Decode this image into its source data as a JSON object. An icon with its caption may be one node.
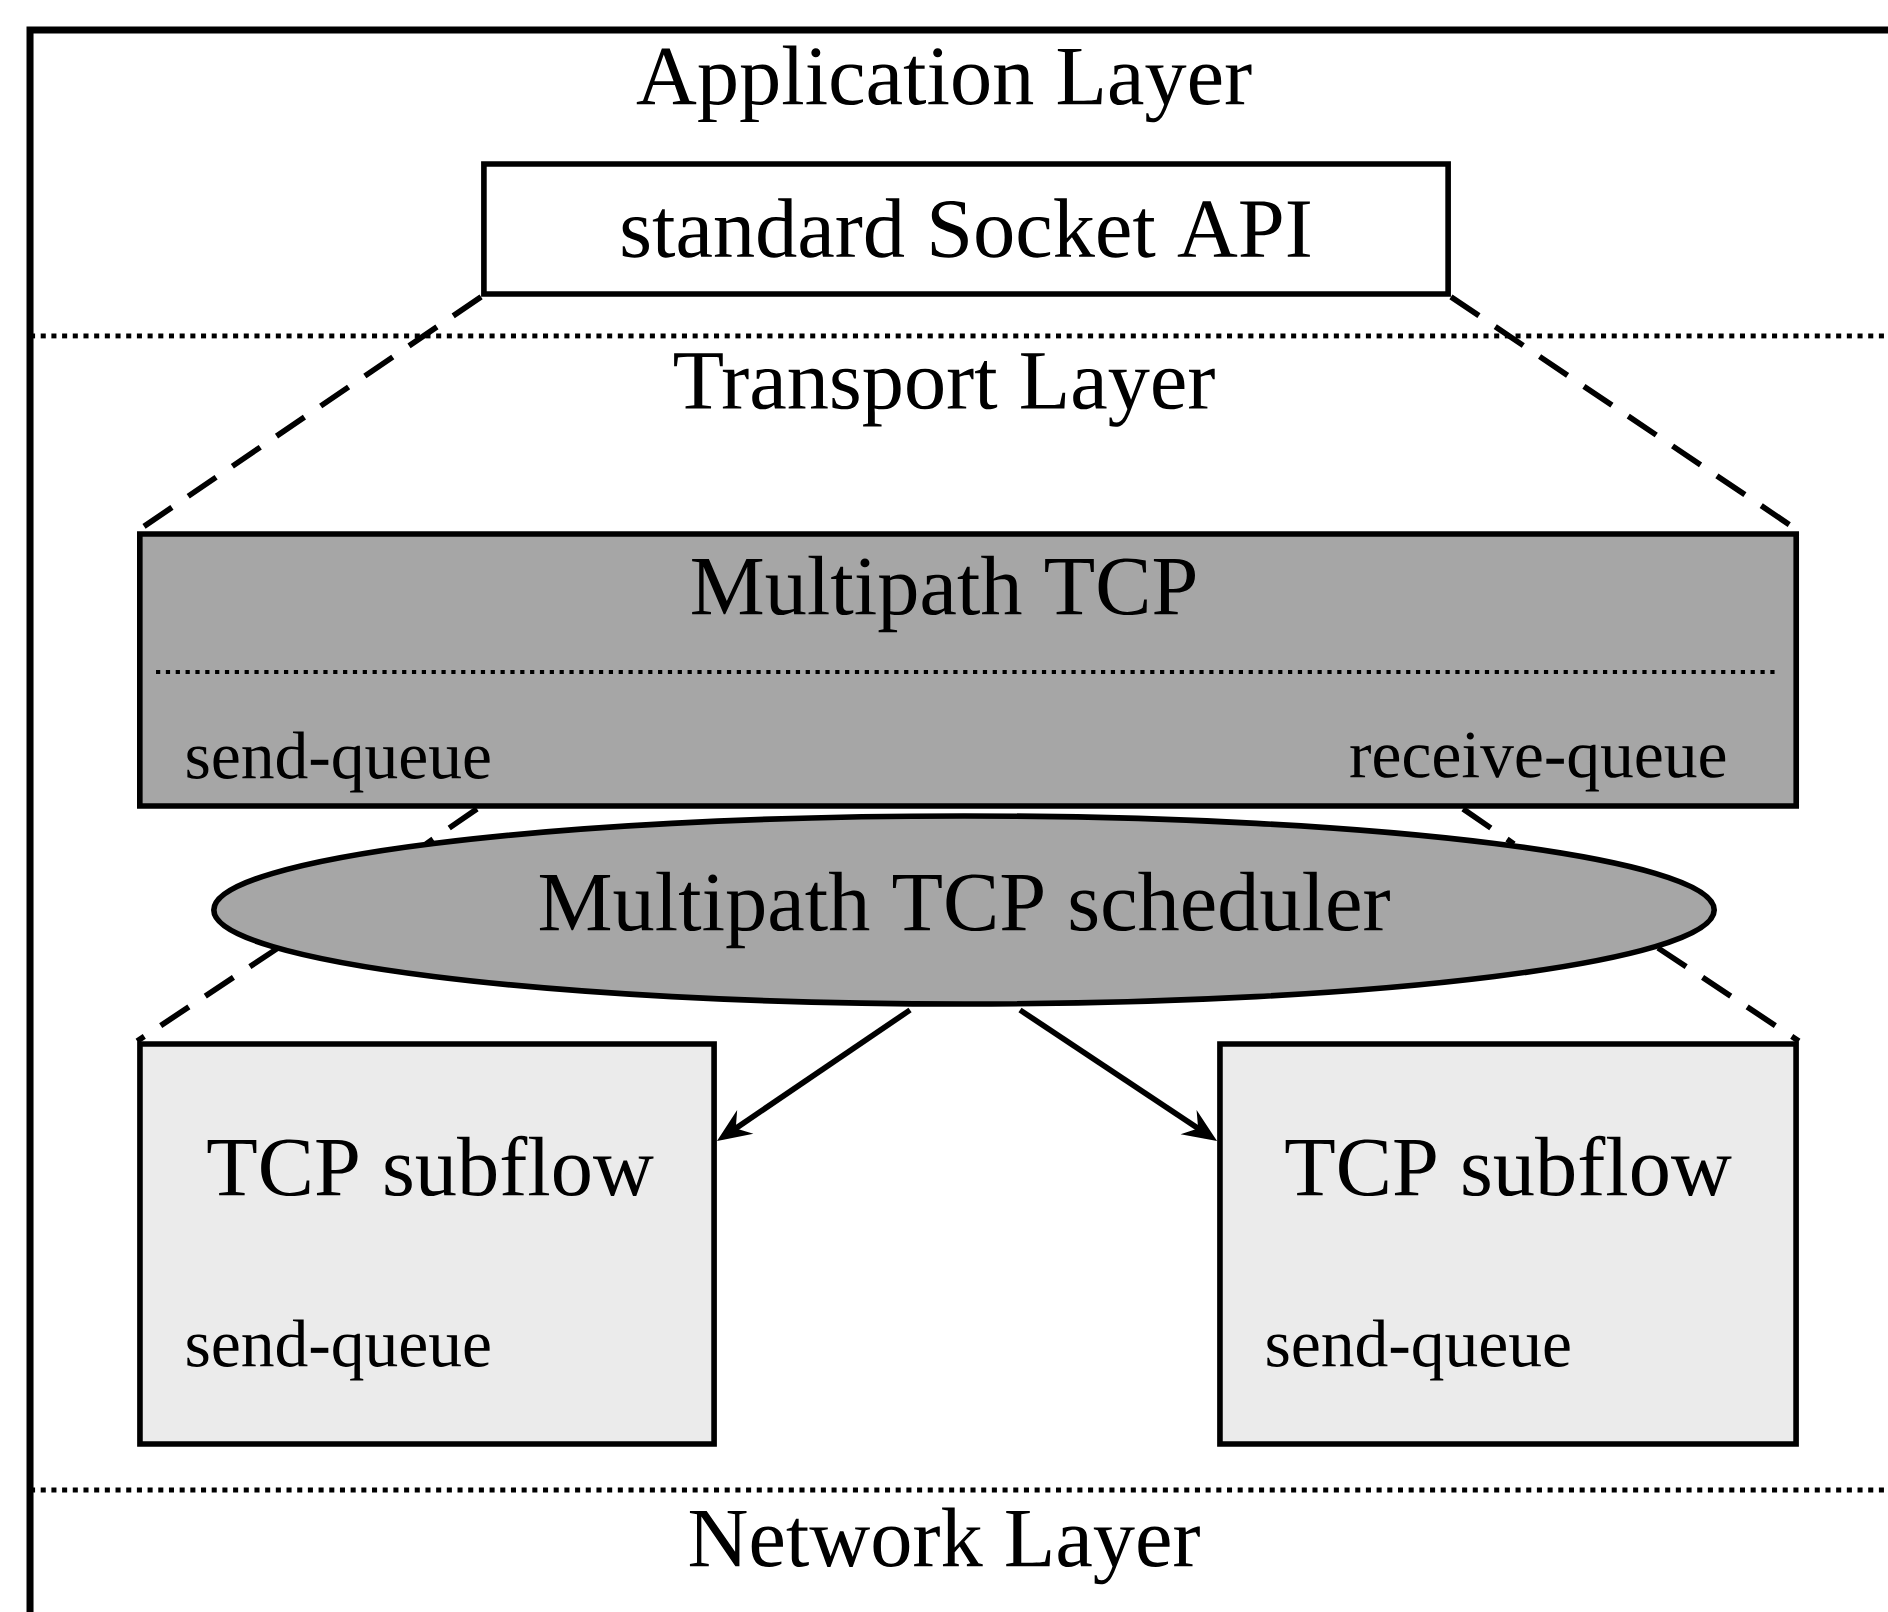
{
  "diagram": {
    "nodes": [
      {
        "text": [
          "standard Socket API"
        ]
      },
      {
        "text": [
          "Multipath TCP",
          "send-queue",
          "receive-queue"
        ]
      },
      {
        "text": [
          "Multipath TCP scheduler"
        ]
      },
      {
        "text": [
          "TCP subflow",
          "send-queue"
        ]
      },
      {
        "text": [
          "TCP subflow",
          "send-queue"
        ]
      }
    ],
    "edges": [
      {
        "from": 0,
        "to": 1,
        "arrow": "none",
        "style": "dashed"
      },
      {
        "from": 0,
        "to": 1,
        "arrow": "none",
        "style": "dashed"
      },
      {
        "from": 1,
        "to": 2,
        "arrow": "none",
        "style": "dashed"
      },
      {
        "from": 1,
        "to": 2,
        "arrow": "none",
        "style": "dashed"
      },
      {
        "from": 2,
        "to": 3,
        "arrow": "none",
        "style": "dashed"
      },
      {
        "from": 2,
        "to": 4,
        "arrow": "none",
        "style": "dashed"
      },
      {
        "from": 2,
        "to": 3,
        "arrow": "to"
      },
      {
        "from": 2,
        "to": 4,
        "arrow": "to"
      }
    ],
    "labels": [
      "Application Layer",
      "Transport Layer",
      "Network Layer"
    ]
  }
}
